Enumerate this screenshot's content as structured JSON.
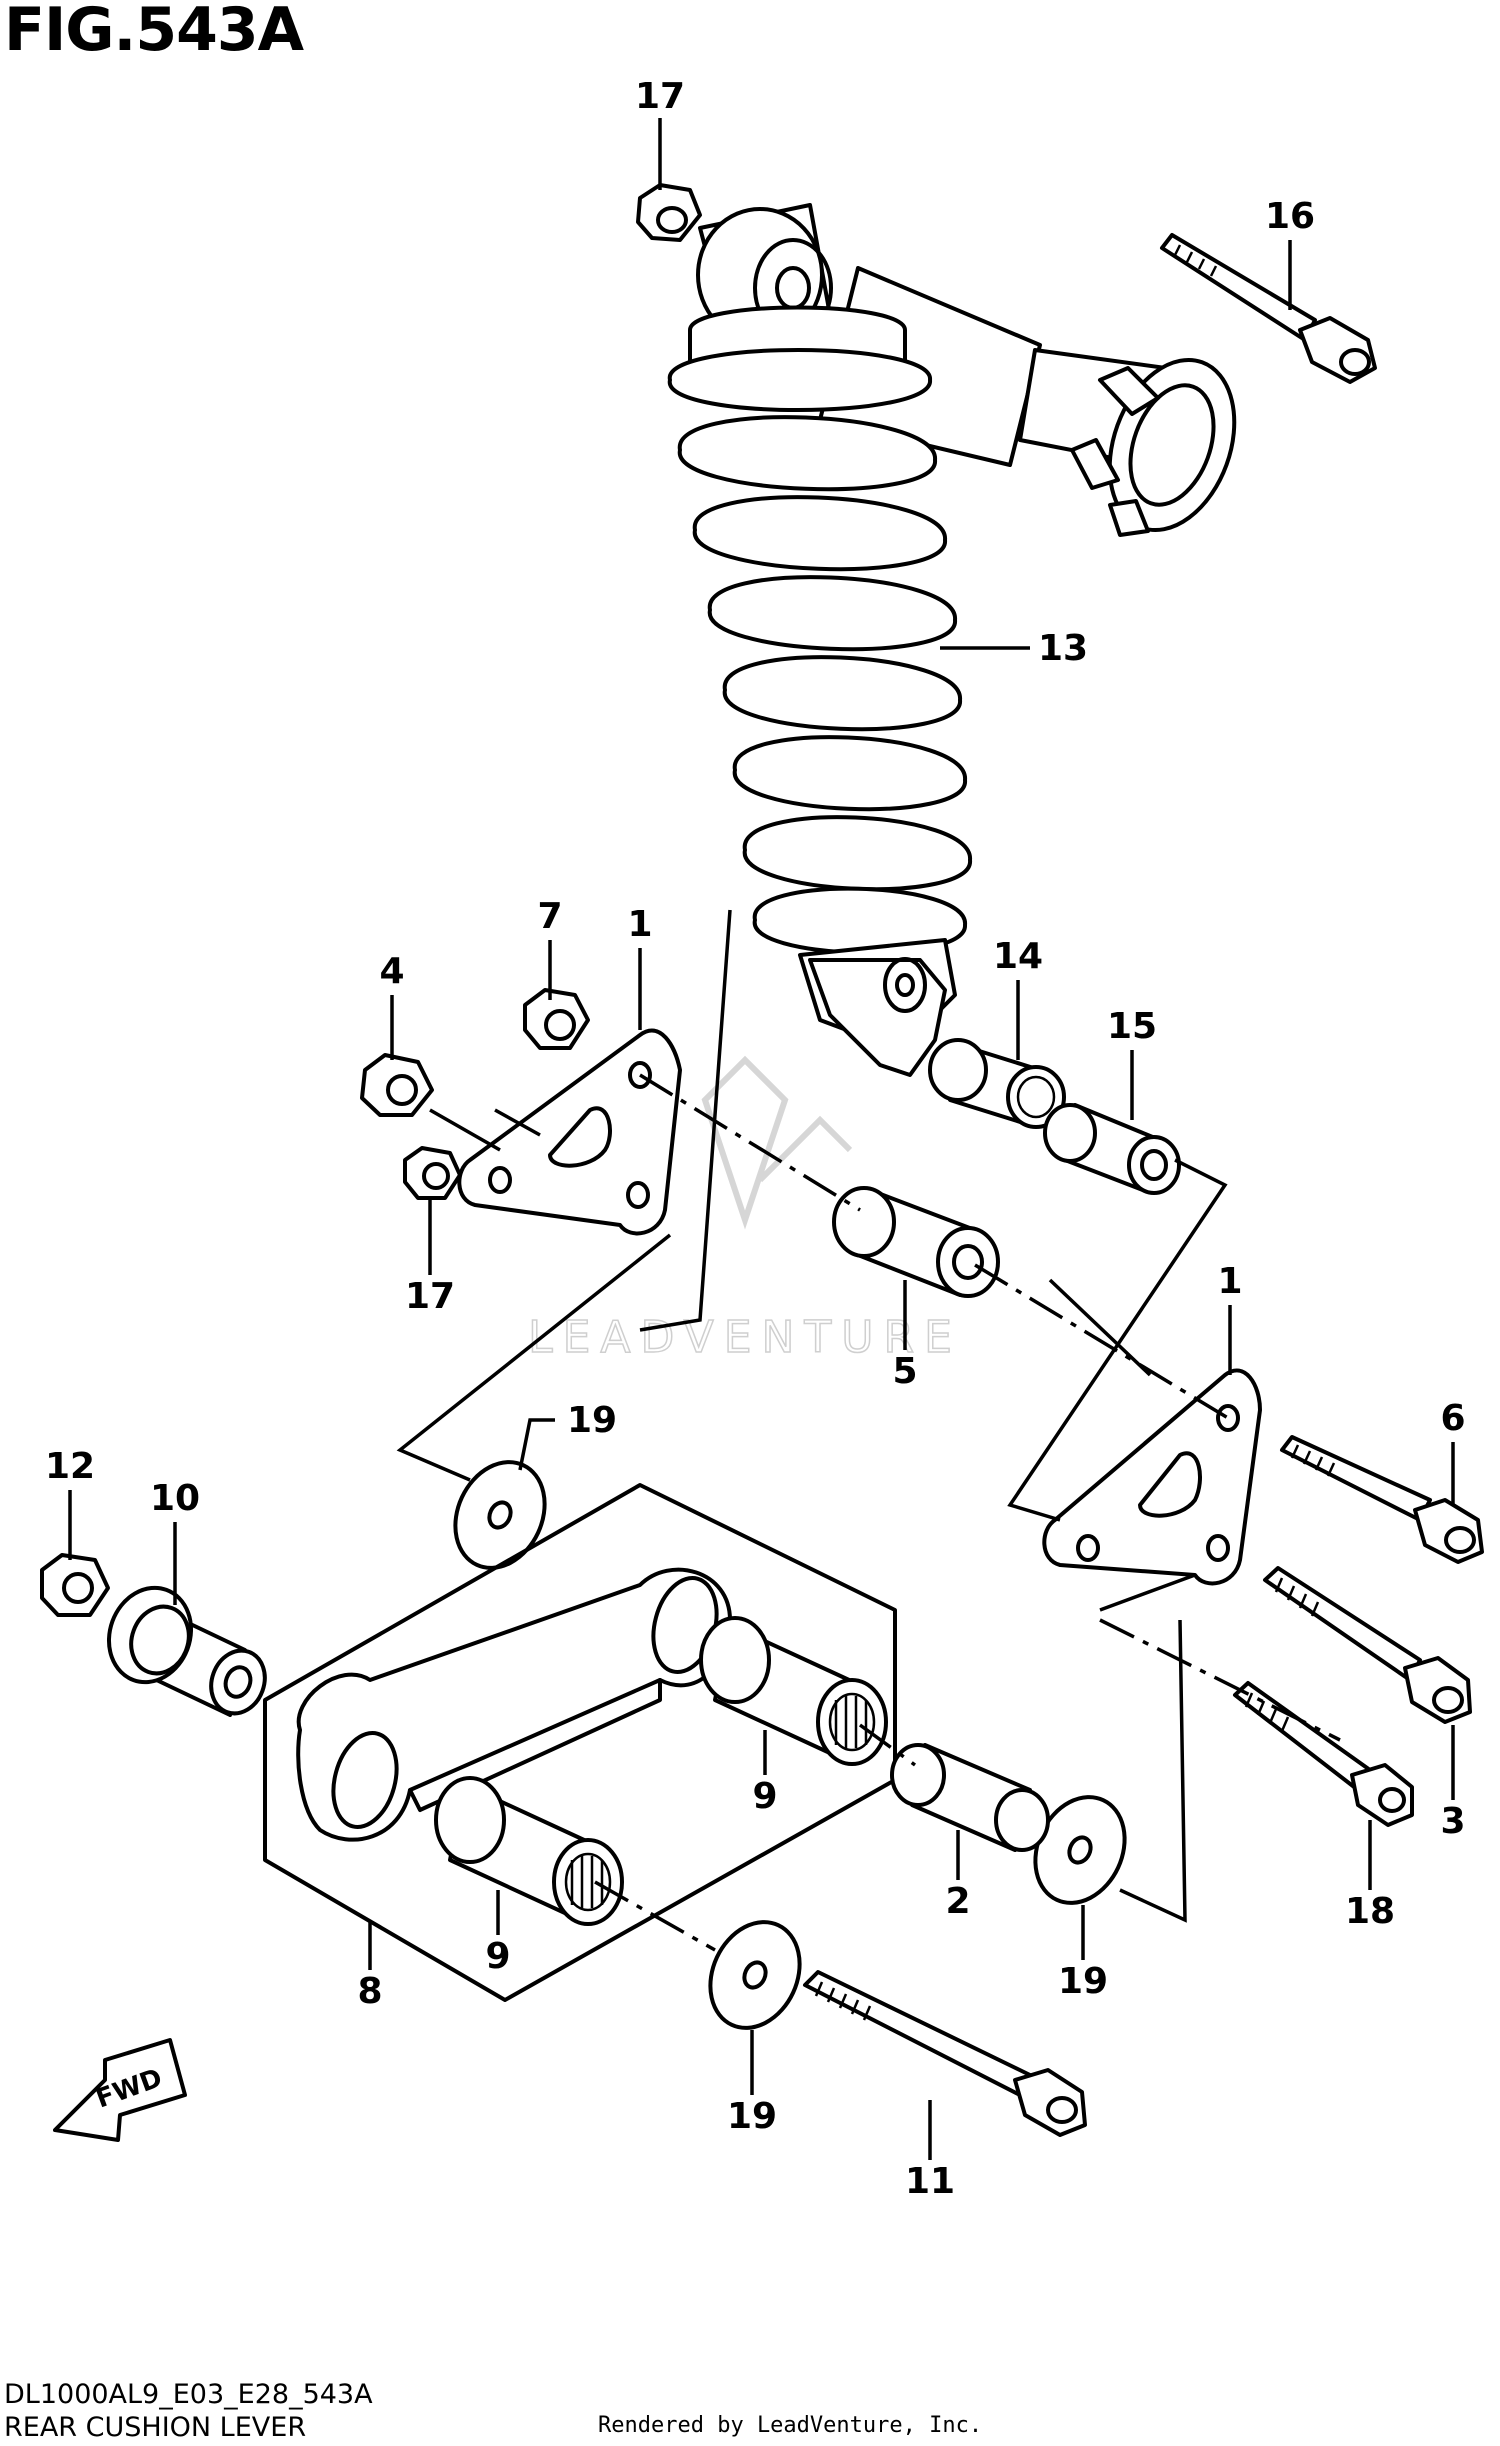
{
  "figure": {
    "title": "FIG.543A",
    "model_code": "DL1000AL9_E03_E28_543A",
    "name": "REAR CUSHION LEVER",
    "credit": "Rendered by LeadVenture, Inc.",
    "watermark": "LEADVENTURE",
    "direction_label": "FWD"
  },
  "callouts": [
    {
      "id": "c17a",
      "number": "17"
    },
    {
      "id": "c16",
      "number": "16"
    },
    {
      "id": "c13",
      "number": "13"
    },
    {
      "id": "c7",
      "number": "7"
    },
    {
      "id": "c1a",
      "number": "1"
    },
    {
      "id": "c4",
      "number": "4"
    },
    {
      "id": "c14",
      "number": "14"
    },
    {
      "id": "c15",
      "number": "15"
    },
    {
      "id": "c17b",
      "number": "17"
    },
    {
      "id": "c5",
      "number": "5"
    },
    {
      "id": "c1b",
      "number": "1"
    },
    {
      "id": "c19a",
      "number": "19"
    },
    {
      "id": "c6",
      "number": "6"
    },
    {
      "id": "c12",
      "number": "12"
    },
    {
      "id": "c10",
      "number": "10"
    },
    {
      "id": "c9a",
      "number": "9"
    },
    {
      "id": "c3",
      "number": "3"
    },
    {
      "id": "c2",
      "number": "2"
    },
    {
      "id": "c18",
      "number": "18"
    },
    {
      "id": "c9b",
      "number": "9"
    },
    {
      "id": "c8",
      "number": "8"
    },
    {
      "id": "c19b",
      "number": "19"
    },
    {
      "id": "c19c",
      "number": "19"
    },
    {
      "id": "c11",
      "number": "11"
    }
  ]
}
